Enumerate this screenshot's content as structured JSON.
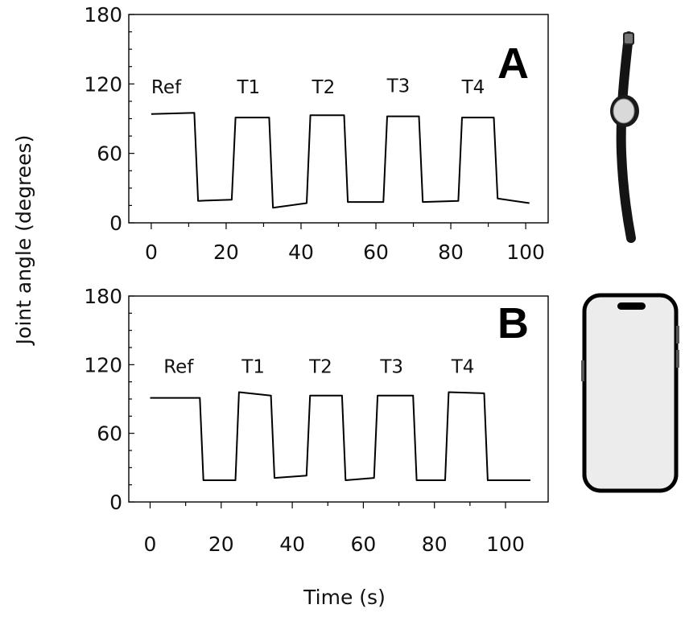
{
  "figure": {
    "ylabel": "Joint angle (degrees)",
    "xlabel": "Time (s)"
  },
  "chart_data": [
    {
      "type": "line",
      "panel_label": "A",
      "device_icon": "smartwatch-icon",
      "xlim": [
        -6,
        106
      ],
      "ylim": [
        0,
        180
      ],
      "x_ticks": [
        0,
        20,
        40,
        60,
        80,
        100
      ],
      "y_ticks": [
        0,
        60,
        120,
        180
      ],
      "grid": false,
      "series": [
        {
          "x": [
            0,
            11.5,
            12.5,
            21.5,
            22.5,
            31.5,
            32.5,
            41.5,
            42.5,
            51.5,
            52.5,
            62,
            63,
            71.5,
            72.5,
            82,
            83,
            91.5,
            92.5,
            101
          ],
          "y": [
            94,
            95,
            19,
            20,
            91,
            91,
            13,
            17,
            93,
            93,
            18,
            18,
            92,
            92,
            18,
            19,
            91,
            91,
            21,
            17
          ]
        }
      ],
      "annotations": [
        {
          "text": "Ref",
          "x": 4,
          "y": 112
        },
        {
          "text": "T1",
          "x": 26,
          "y": 112
        },
        {
          "text": "T2",
          "x": 46,
          "y": 112
        },
        {
          "text": "T3",
          "x": 66,
          "y": 113
        },
        {
          "text": "T4",
          "x": 86,
          "y": 112
        }
      ]
    },
    {
      "type": "line",
      "panel_label": "B",
      "device_icon": "smartphone-icon",
      "xlim": [
        -6,
        112
      ],
      "ylim": [
        0,
        180
      ],
      "x_ticks": [
        0,
        20,
        40,
        60,
        80,
        100
      ],
      "y_ticks": [
        0,
        60,
        120,
        180
      ],
      "grid": false,
      "series": [
        {
          "x": [
            0,
            14,
            15,
            24,
            25,
            34,
            35,
            44,
            45,
            54,
            55,
            63,
            64,
            74,
            75,
            83,
            84,
            94,
            95,
            107
          ],
          "y": [
            91,
            91,
            19,
            19,
            96,
            93,
            21,
            23,
            93,
            93,
            19,
            21,
            93,
            93,
            19,
            19,
            96,
            95,
            19,
            19
          ]
        }
      ],
      "annotations": [
        {
          "text": "Ref",
          "x": 8,
          "y": 113
        },
        {
          "text": "T1",
          "x": 29,
          "y": 113
        },
        {
          "text": "T2",
          "x": 48,
          "y": 113
        },
        {
          "text": "T3",
          "x": 68,
          "y": 113
        },
        {
          "text": "T4",
          "x": 88,
          "y": 113
        }
      ]
    }
  ]
}
